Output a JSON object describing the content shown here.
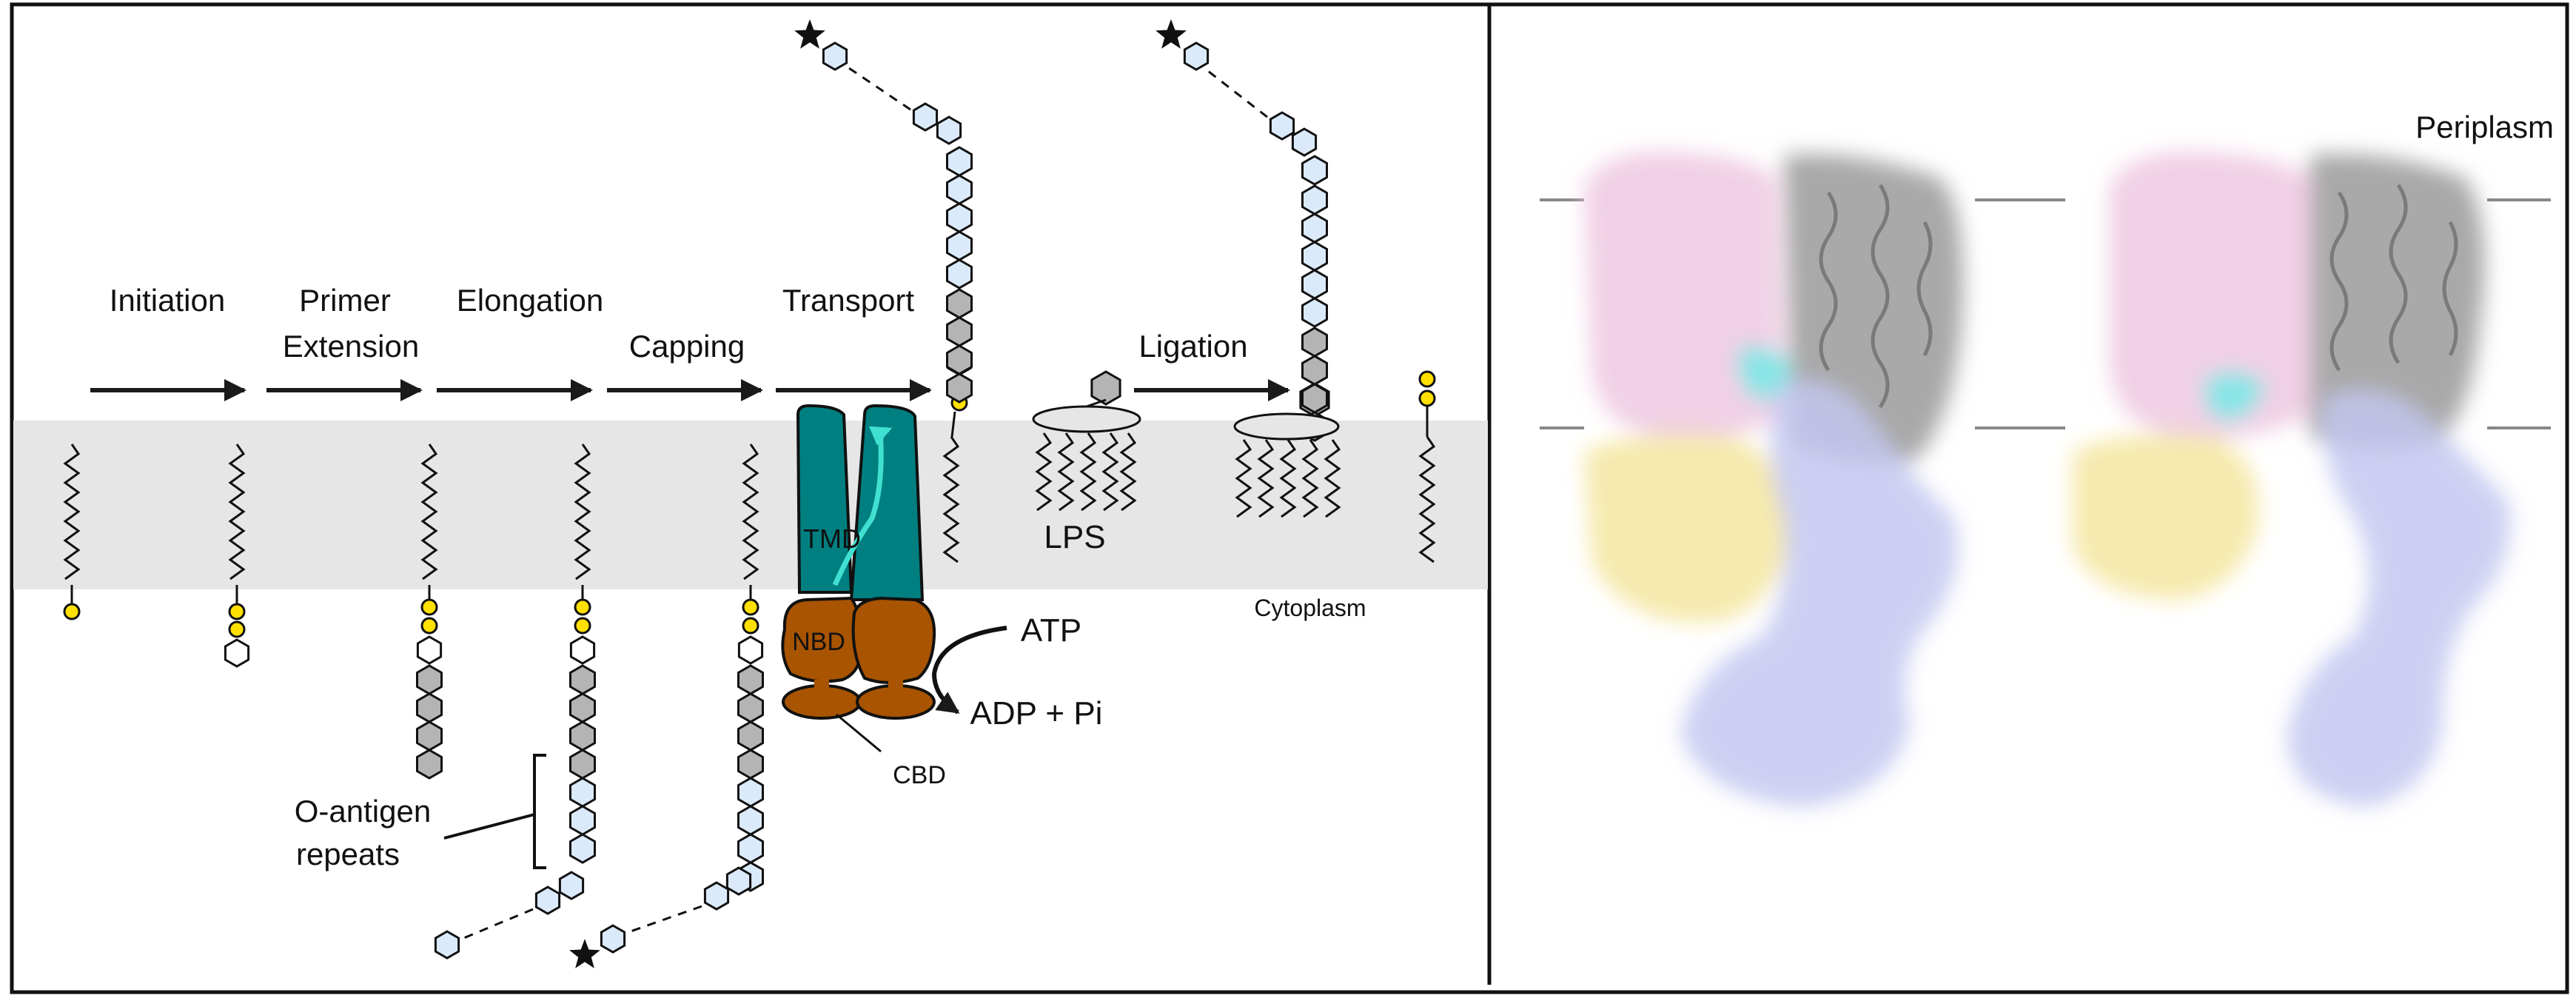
{
  "steps": {
    "initiation": "Initiation",
    "primer_line1": "Primer",
    "primer_line2": "Extension",
    "elongation": "Elongation",
    "capping": "Capping",
    "transport": "Transport",
    "ligation": "Ligation"
  },
  "labels": {
    "lps": "LPS",
    "tmd": "TMD",
    "nbd": "NBD",
    "cbd": "CBD",
    "atp": "ATP",
    "adp": "ADP + Pi",
    "oantigen_line1": "O-antigen",
    "oantigen_line2": "repeats",
    "cytoplasm": "Cytoplasm",
    "periplasm": "Periplasm"
  },
  "colors": {
    "membrane": "#e6e6e6",
    "transporter_tmd": "#007f80",
    "transporter_nbd": "#a85400",
    "substrate_arrow": "#40e0d0",
    "lipid_head": "#ffe000",
    "sugar_light": "#dbeafa",
    "sugar_grey": "#b4b4b4",
    "protein_pink": "#efc8e0",
    "protein_grey": "#8c8c8c",
    "protein_yellow": "#f4e6a0",
    "protein_blue": "#c4c8f0",
    "protein_cyan": "#7fe6e6"
  }
}
